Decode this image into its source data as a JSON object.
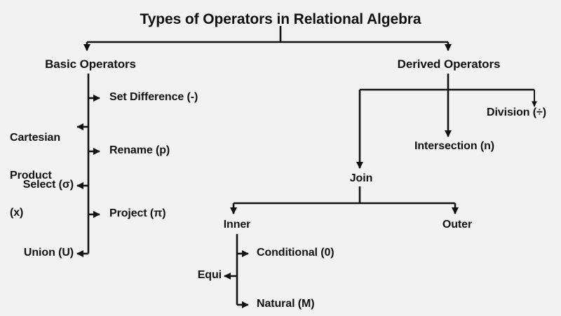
{
  "diagram": {
    "title": "Types of Operators in Relational Algebra",
    "background_color": "#f2f2f2",
    "line_color": "#111111",
    "text_color": "#111111",
    "type": "tree-diagram",
    "root": {
      "label": "Types of Operators in Relational Algebra"
    },
    "branches": {
      "basic": {
        "label": "Basic Operators",
        "children": [
          {
            "label": "Set Difference (-)"
          },
          {
            "label": "Cartesian\nProduct\n(x)"
          },
          {
            "label": "Rename (p)"
          },
          {
            "label": "Select (σ)"
          },
          {
            "label": "Project (π)"
          },
          {
            "label": "Union (U)"
          }
        ]
      },
      "derived": {
        "label": "Derived Operators",
        "children": [
          {
            "label": "Join"
          },
          {
            "label": "Intersection (n)"
          },
          {
            "label": "Division (÷)"
          }
        ]
      },
      "join": {
        "label": "Join",
        "children": [
          {
            "label": "Inner"
          },
          {
            "label": "Outer"
          }
        ]
      },
      "inner": {
        "label": "Inner",
        "children": [
          {
            "label": "Conditional (0)"
          },
          {
            "label": "Equi"
          },
          {
            "label": "Natural (M)"
          }
        ]
      }
    },
    "labels": {
      "title": "Types of Operators in Relational Algebra",
      "basic_operators": "Basic Operators",
      "derived_operators": "Derived Operators",
      "set_difference": "Set Difference (-)",
      "cartesian_product_l1": "Cartesian",
      "cartesian_product_l2": "Product",
      "cartesian_product_l3": "(x)",
      "rename": "Rename (p)",
      "select": "Select (σ)",
      "project": "Project (π)",
      "union": "Union (U)",
      "division": "Division (÷)",
      "intersection": "Intersection (n)",
      "join": "Join",
      "inner": "Inner",
      "outer": "Outer",
      "conditional": "Conditional (0)",
      "equi": "Equi",
      "natural": "Natural (M)"
    }
  }
}
